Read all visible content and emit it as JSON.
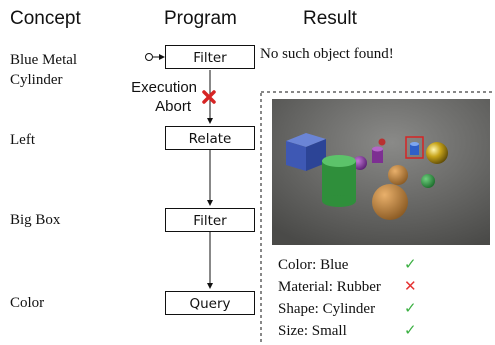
{
  "headers": {
    "concept": "Concept",
    "program": "Program",
    "result": "Result"
  },
  "concepts": {
    "c1_line1": "Blue Metal",
    "c1_line2": "Cylinder",
    "c2": "Left",
    "c3": "Big Box",
    "c4": "Color"
  },
  "program": {
    "step1": "Filter",
    "step2": "Relate",
    "step3": "Filter",
    "step4": "Query"
  },
  "execution_abort": {
    "line1": "Execution",
    "line2": "Abort"
  },
  "first_result": "No such object found!",
  "attributes": [
    {
      "text": "Color: Blue",
      "status": "check"
    },
    {
      "text": "Material: Rubber",
      "status": "cross"
    },
    {
      "text": "Shape: Cylinder",
      "status": "check"
    },
    {
      "text": "Size: Small",
      "status": "check"
    }
  ],
  "colors": {
    "check": "#3cb043",
    "cross": "#e53232"
  }
}
